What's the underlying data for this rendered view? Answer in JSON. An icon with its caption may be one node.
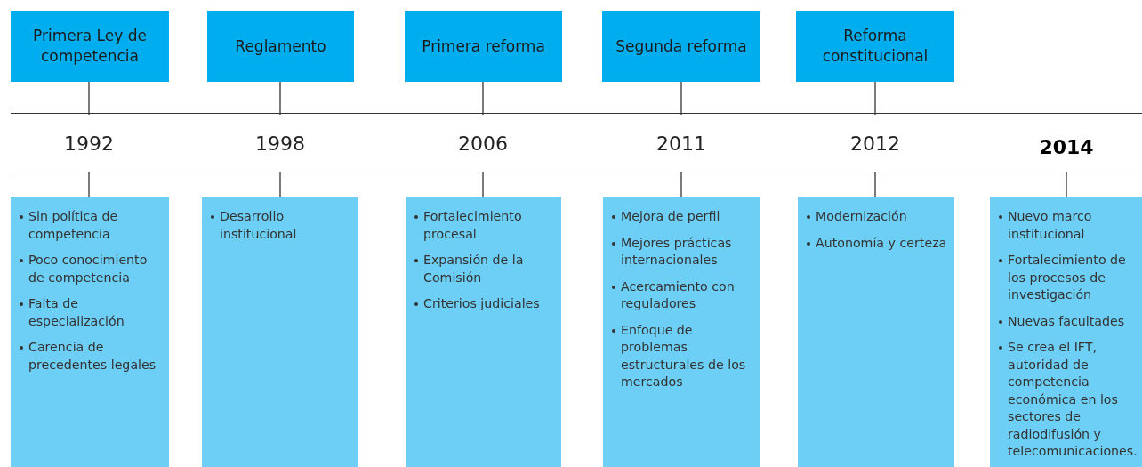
{
  "diagram": {
    "nodes": [
      {
        "text": [
          "Primera Ley de competencia"
        ]
      },
      {
        "text": [
          "Reglamento"
        ]
      },
      {
        "text": [
          "Primera reforma"
        ]
      },
      {
        "text": [
          "Segunda reforma"
        ]
      },
      {
        "text": [
          "Reforma constitucional"
        ]
      },
      {
        "text": [
          "1992"
        ]
      },
      {
        "text": [
          "1998"
        ]
      },
      {
        "text": [
          "2006"
        ]
      },
      {
        "text": [
          "2011"
        ]
      },
      {
        "text": [
          "2012"
        ]
      },
      {
        "text": [
          "2014"
        ]
      },
      {
        "text": [
          "Sin política de competencia",
          "Poco conocimiento de competencia",
          "Falta de especialización",
          "Carencia de precedentes legales"
        ]
      },
      {
        "text": [
          "Desarrollo institucional"
        ]
      },
      {
        "text": [
          "Fortalecimiento procesal",
          "Expansión de la Comisión",
          "Criterios judiciales"
        ]
      },
      {
        "text": [
          "Mejora de perfil",
          "Mejores prácticas internacionales",
          "Acercamiento con reguladores",
          "Enfoque de problemas estructurales de los mercados"
        ]
      },
      {
        "text": [
          "Modernización",
          "Autonomía y certeza"
        ]
      },
      {
        "text": [
          "Nuevo marco institucional",
          "Fortalecimiento de los procesos de investigación",
          "Nuevas facultades",
          "Se crea el IFT, autoridad de competencia económica en los sectores de radiodifusión y telecomunicaciones."
        ]
      }
    ],
    "edges": [
      {
        "from": 0,
        "to": 5,
        "arrow": "none"
      },
      {
        "from": 1,
        "to": 6,
        "arrow": "none"
      },
      {
        "from": 2,
        "to": 7,
        "arrow": "none"
      },
      {
        "from": 3,
        "to": 8,
        "arrow": "none"
      },
      {
        "from": 4,
        "to": 9,
        "arrow": "none"
      },
      {
        "from": 5,
        "to": 11,
        "arrow": "none"
      },
      {
        "from": 6,
        "to": 12,
        "arrow": "none"
      },
      {
        "from": 7,
        "to": 13,
        "arrow": "none"
      },
      {
        "from": 8,
        "to": 14,
        "arrow": "none"
      },
      {
        "from": 9,
        "to": 15,
        "arrow": "none"
      },
      {
        "from": 10,
        "to": 16,
        "arrow": "none"
      }
    ]
  }
}
